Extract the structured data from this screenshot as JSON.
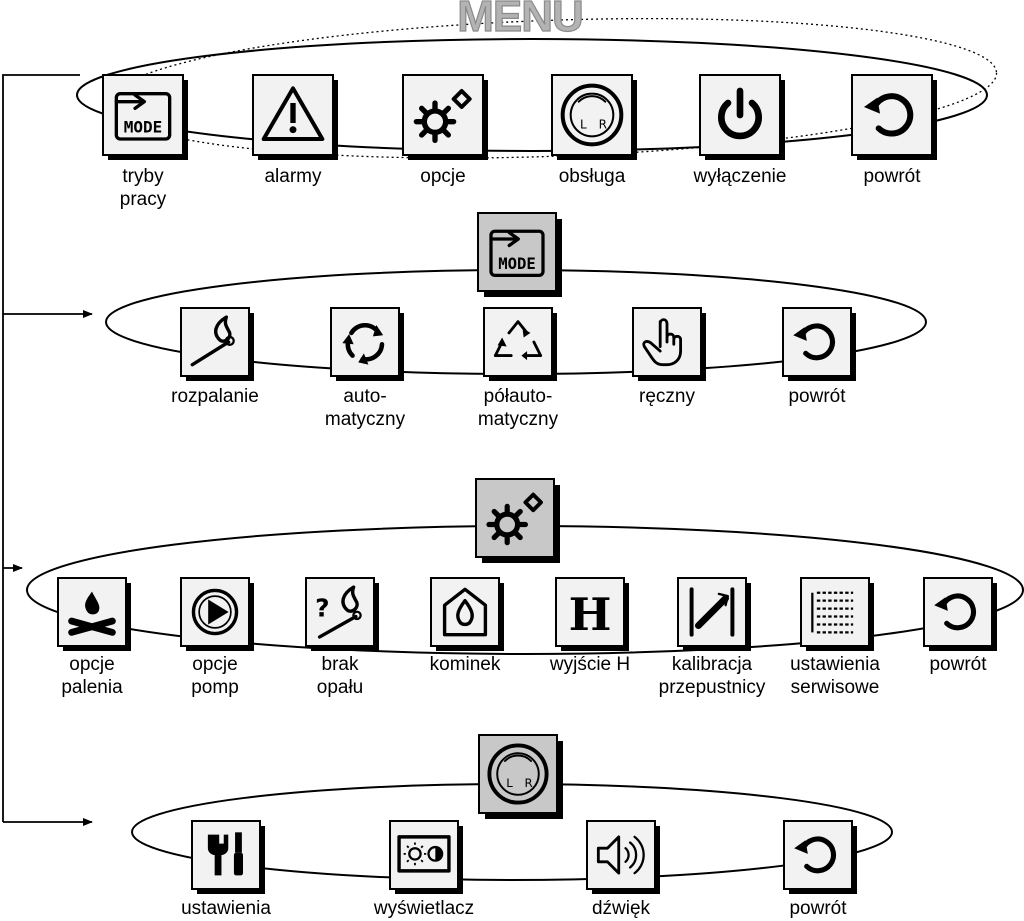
{
  "title": "MENU",
  "rows": [
    {
      "id": "main",
      "items": [
        {
          "name": "tryby-pracy",
          "icon": "mode-icon",
          "label": [
            "tryby",
            "pracy"
          ]
        },
        {
          "name": "alarmy",
          "icon": "alarm-warning-icon",
          "label": [
            "alarmy"
          ]
        },
        {
          "name": "opcje",
          "icon": "gears-icon",
          "label": [
            "opcje"
          ]
        },
        {
          "name": "obsluga",
          "icon": "dial-icon",
          "label": [
            "obsługa"
          ]
        },
        {
          "name": "wylaczenie",
          "icon": "power-icon",
          "label": [
            "wyłączenie"
          ]
        },
        {
          "name": "powrot",
          "icon": "return-arrow-icon",
          "label": [
            "powrót"
          ]
        }
      ]
    },
    {
      "id": "tryby",
      "header_icon": "mode-icon",
      "items": [
        {
          "name": "rozpalanie",
          "icon": "ignition-match-icon",
          "label": [
            "rozpalanie"
          ]
        },
        {
          "name": "automatyczny",
          "icon": "auto-cycle-icon",
          "label": [
            "auto-",
            "matyczny"
          ]
        },
        {
          "name": "polautomatyczny",
          "icon": "semi-auto-cycle-icon",
          "label": [
            "półauto-",
            "matyczny"
          ]
        },
        {
          "name": "reczny",
          "icon": "hand-pointer-icon",
          "label": [
            "ręczny"
          ]
        },
        {
          "name": "powrot",
          "icon": "return-arrow-icon",
          "label": [
            "powrót"
          ]
        }
      ]
    },
    {
      "id": "opcje",
      "header_icon": "gears-icon",
      "items": [
        {
          "name": "opcje-palenia",
          "icon": "campfire-icon",
          "label": [
            "opcje",
            "palenia"
          ]
        },
        {
          "name": "opcje-pomp",
          "icon": "pump-icon",
          "label": [
            "opcje",
            "pomp"
          ]
        },
        {
          "name": "brak-opalu",
          "icon": "no-fuel-icon",
          "label": [
            "brak",
            "opału"
          ]
        },
        {
          "name": "kominek",
          "icon": "fireplace-icon",
          "label": [
            "kominek"
          ]
        },
        {
          "name": "wyjscie-h",
          "icon": "letter-h-icon",
          "label": [
            "wyjście H"
          ]
        },
        {
          "name": "kalibracja-przepustnicy",
          "icon": "damper-calibration-icon",
          "label": [
            "kalibracja",
            "przepustnicy"
          ]
        },
        {
          "name": "ustawienia-serwisowe",
          "icon": "service-list-icon",
          "label": [
            "ustawienia",
            "serwisowe"
          ]
        },
        {
          "name": "powrot",
          "icon": "return-arrow-icon",
          "label": [
            "powrót"
          ]
        }
      ]
    },
    {
      "id": "obsluga",
      "header_icon": "dial-icon",
      "items": [
        {
          "name": "ustawienia",
          "icon": "tools-icon",
          "label": [
            "ustawienia"
          ]
        },
        {
          "name": "wyswietlacz",
          "icon": "display-brightness-icon",
          "label": [
            "wyświetlacz"
          ]
        },
        {
          "name": "dzwiek",
          "icon": "speaker-icon",
          "label": [
            "dźwięk"
          ]
        },
        {
          "name": "powrot",
          "icon": "return-arrow-icon",
          "label": [
            "powrót"
          ]
        }
      ]
    }
  ]
}
